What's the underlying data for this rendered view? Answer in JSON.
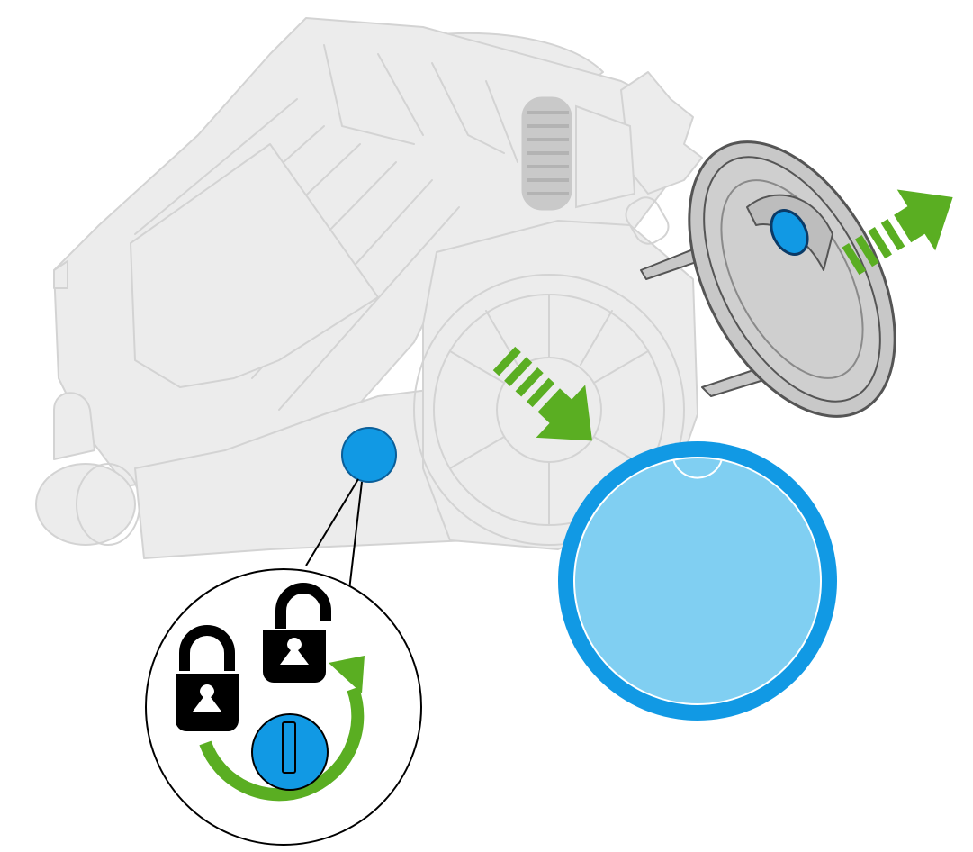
{
  "diagram": {
    "machine": "vacuum-cleaner-body",
    "callout": {
      "icons": [
        "locked-padlock-icon",
        "unlocked-padlock-icon",
        "rotate-arrow-icon",
        "lock-dial-icon"
      ],
      "direction": "counter-clockwise"
    },
    "parts": [
      "filter-cover",
      "side-filter"
    ],
    "motions": [
      "push-arrow-icon",
      "pull-arrow-icon"
    ]
  },
  "colors": {
    "outline": "#d3d3d3",
    "fill_light": "#ececec",
    "fill_mid": "#dadada",
    "accent_blue": "#1199e4",
    "light_blue": "#80cff2",
    "arrow_green": "#5aae22",
    "icon_black": "#000000",
    "filter_grey": "#c8c8c8",
    "filter_outline": "#555555"
  }
}
